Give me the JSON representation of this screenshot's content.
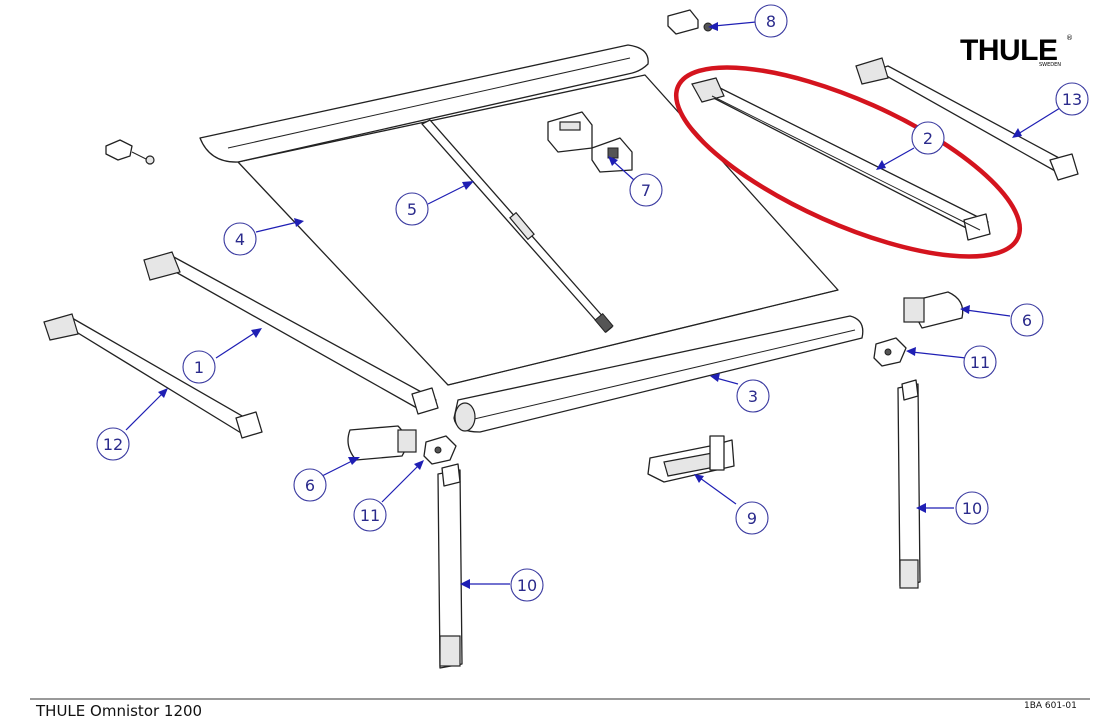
{
  "brand": {
    "name": "THULE",
    "sub": "SWEDEN",
    "registered": "®"
  },
  "footer": {
    "title": "THULE Omnistor 1200",
    "code": "1BA 601-01"
  },
  "highlight": {
    "part": "2",
    "color": "#d4141e"
  },
  "callouts": {
    "c8": "8",
    "c13": "13",
    "c2": "2",
    "c7": "7",
    "c5": "5",
    "c4": "4",
    "c6r": "6",
    "c11r": "11",
    "c1": "1",
    "c3": "3",
    "c12": "12",
    "c6l": "6",
    "c11l": "11",
    "c9": "9",
    "c10r": "10",
    "c10l": "10"
  }
}
